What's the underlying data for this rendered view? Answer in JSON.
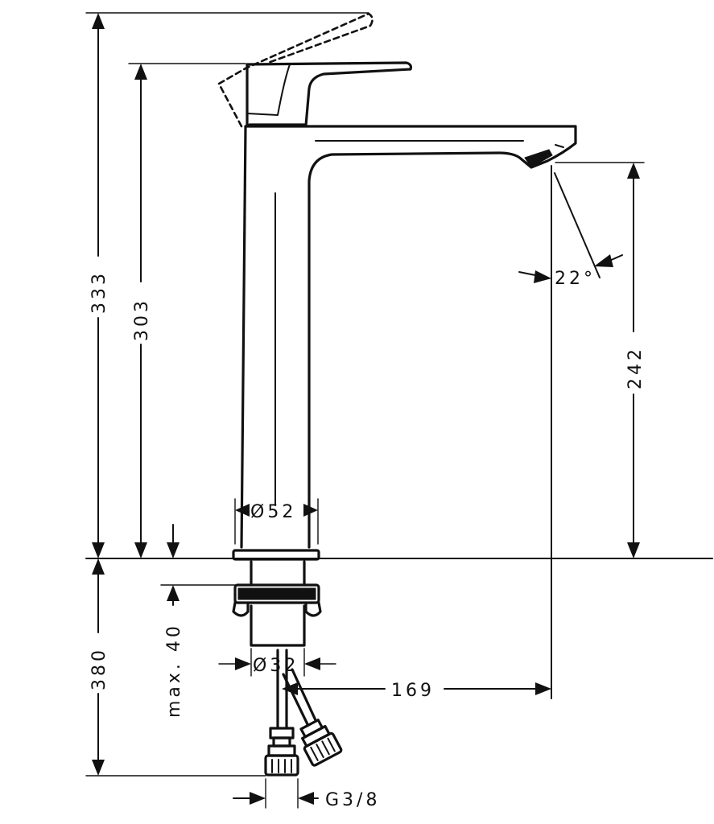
{
  "dimensions": {
    "overall_height": "333",
    "handle_height": "303",
    "spout_height": "242",
    "spout_angle": "22°",
    "base_diameter": "Ø52",
    "shank_diameter": "Ø32",
    "projection": "169",
    "below_deck": "380",
    "max_thickness": "max. 40",
    "connection": "G3/8"
  },
  "colors": {
    "line": "#111111",
    "background": "#ffffff"
  }
}
